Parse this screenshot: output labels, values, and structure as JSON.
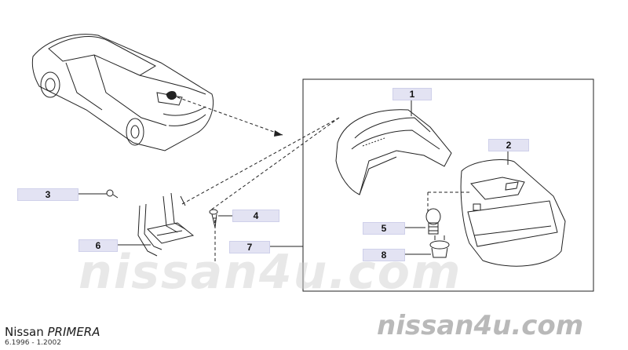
{
  "diagram": {
    "callouts": [
      "1",
      "2",
      "3",
      "4",
      "5",
      "6",
      "7",
      "8"
    ]
  },
  "footer": {
    "brand": "Nissan",
    "model": "PRIMERA",
    "dates": "6.1996 - 1.2002"
  },
  "watermark": {
    "center": "nissan4u.com",
    "bottom": "nissan4u.com"
  },
  "colors": {
    "callout_bg": "#e3e3f3",
    "line": "#222222",
    "watermark": "#b9b9b9"
  }
}
